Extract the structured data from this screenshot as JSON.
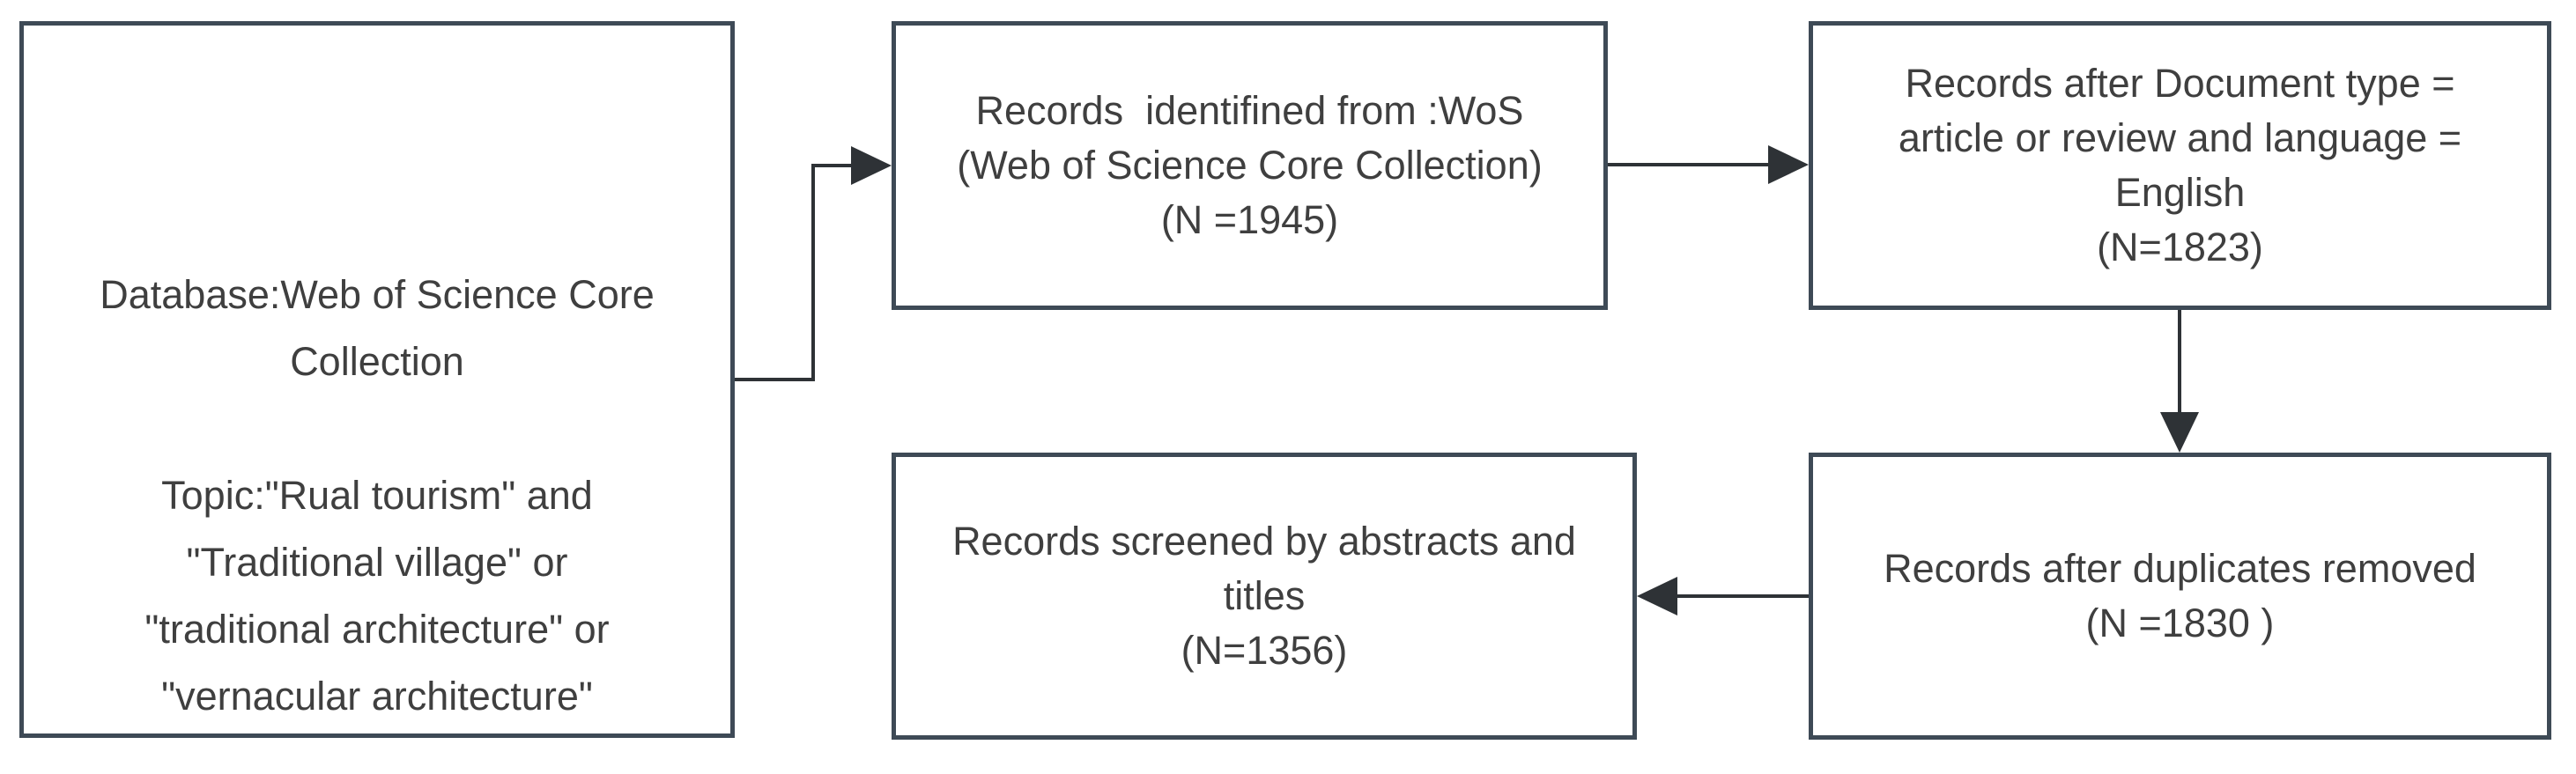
{
  "diagram": {
    "type": "flowchart",
    "colors": {
      "background": "#ffffff",
      "box_border": "#3e4a56",
      "arrow": "#2e3236",
      "text": "#3f3f3f"
    },
    "boxes": [
      {
        "id": "database-query",
        "lines": [
          "Database:Web of Science Core",
          "Collection",
          "",
          "Topic:\"Rual tourism\" and",
          "\"Traditional village\" or",
          "\"traditional architecture\" or",
          "\"vernacular architecture\""
        ]
      },
      {
        "id": "records-identified",
        "lines": [
          "Records  identifined from :WoS",
          "(Web of Science Core Collection)",
          "(N =1945)"
        ]
      },
      {
        "id": "document-type-filter",
        "lines": [
          "Records after Document type =",
          "article or review and language =",
          "English",
          "(N=1823)"
        ]
      },
      {
        "id": "duplicates-removed",
        "lines": [
          "Records after duplicates removed",
          "(N =1830 )"
        ]
      },
      {
        "id": "records-screened",
        "lines": [
          "Records screened by abstracts and",
          "titles",
          "(N=1356)"
        ]
      }
    ]
  }
}
